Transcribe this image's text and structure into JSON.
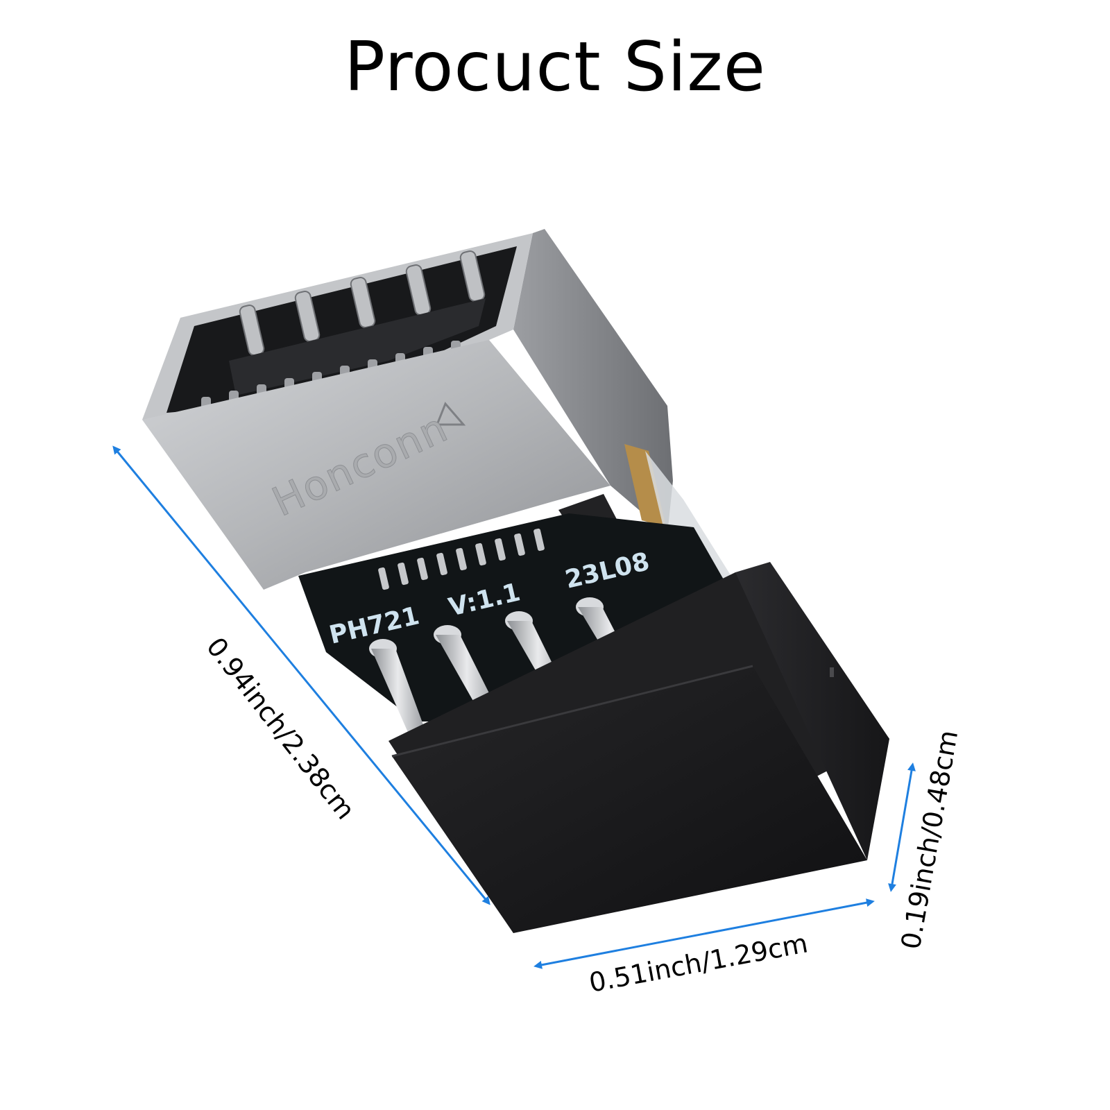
{
  "title": "Procuct Size",
  "dimensions": {
    "length_label": "0.94inch/2.38cm",
    "width_label": "0.51inch/1.29cm",
    "height_label": "0.19inch/0.48cm"
  },
  "product": {
    "brand_text": "Honconn",
    "pcb_model": "PH721",
    "pcb_version": "V:1.1",
    "pcb_date": "23L08"
  },
  "colors": {
    "arrow": "#1e7fe0",
    "shell_metal": "#b8babd",
    "housing": "#1a1a1c",
    "pcb": "#101417"
  }
}
